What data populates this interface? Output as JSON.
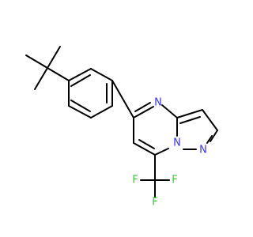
{
  "structure": {
    "atoms": {
      "n_pyrimidine": {
        "label": "N",
        "color": "#3333ff"
      },
      "n_bridgehead": {
        "label": "N",
        "color": "#3333ff"
      },
      "n_pyrazole": {
        "label": "N",
        "color": "#3333ff"
      },
      "f_top": {
        "label": "F",
        "color": "#33cc33"
      },
      "f_left": {
        "label": "F",
        "color": "#33cc33"
      },
      "f_right": {
        "label": "F",
        "color": "#33cc33"
      }
    },
    "bond_color": "#000000",
    "background": "#ffffff"
  }
}
